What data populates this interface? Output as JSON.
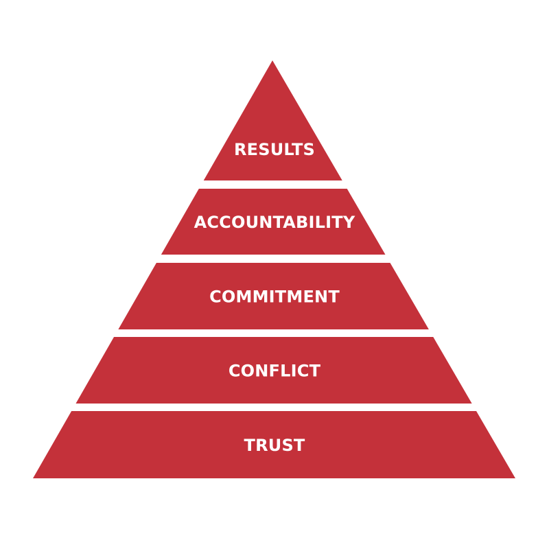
{
  "diagram": {
    "type": "pyramid",
    "color": "#c4313a",
    "layers_top_to_bottom": [
      {
        "label": "RESULTS"
      },
      {
        "label": "ACCOUNTABILITY"
      },
      {
        "label": "COMMITMENT"
      },
      {
        "label": "CONFLICT"
      },
      {
        "label": "TRUST"
      }
    ]
  }
}
